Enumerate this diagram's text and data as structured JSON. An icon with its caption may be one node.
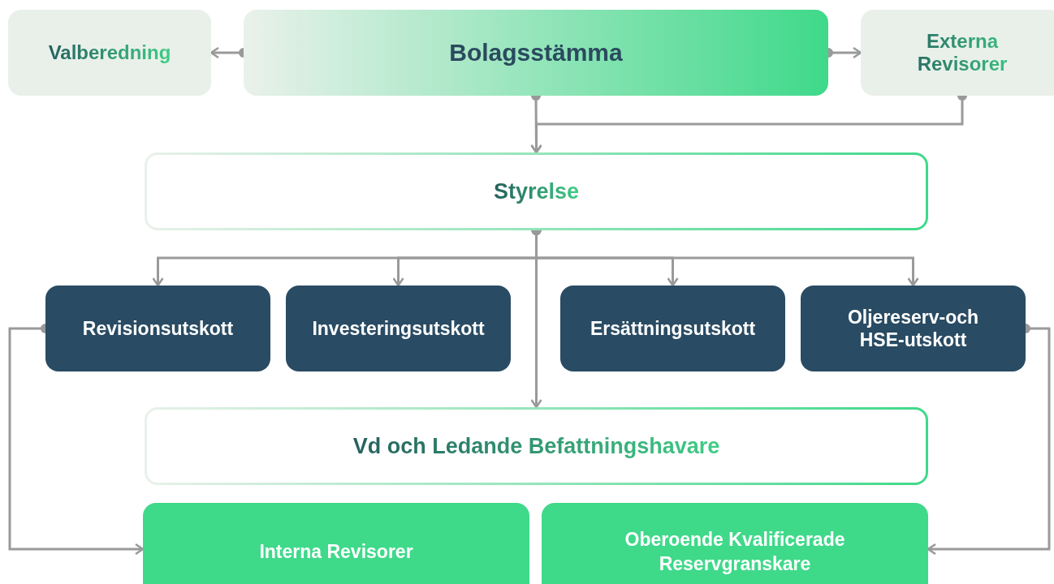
{
  "diagram": {
    "nodes": [
      {
        "text": [
          "Valberedning"
        ]
      },
      {
        "text": [
          "Bolagsstämma"
        ]
      },
      {
        "text": [
          "Externa Revisorer"
        ]
      },
      {
        "text": [
          "Styrelse"
        ]
      },
      {
        "text": [
          "Revisionsutskott"
        ]
      },
      {
        "text": [
          "Investeringsutskott"
        ]
      },
      {
        "text": [
          "Ersättningsutskott"
        ]
      },
      {
        "text": [
          "Oljereserv-och HSE-utskott"
        ]
      },
      {
        "text": [
          "Vd och Ledande Befattningshavare"
        ]
      },
      {
        "text": [
          "Interna Revisorer"
        ]
      },
      {
        "text": [
          "Oberoende Kvalificerade Reservgranskare"
        ]
      }
    ],
    "edges": [
      {
        "from": 1,
        "to": 0,
        "arrow": "to"
      },
      {
        "from": 1,
        "to": 2,
        "arrow": "to"
      },
      {
        "from": 1,
        "to": 3,
        "arrow": "to"
      },
      {
        "from": 2,
        "to": 3,
        "arrow": "to"
      },
      {
        "from": 3,
        "to": 4,
        "arrow": "to"
      },
      {
        "from": 3,
        "to": 5,
        "arrow": "to"
      },
      {
        "from": 3,
        "to": 6,
        "arrow": "to"
      },
      {
        "from": 3,
        "to": 7,
        "arrow": "to"
      },
      {
        "from": 3,
        "to": 8,
        "arrow": "to"
      },
      {
        "from": 4,
        "to": 9,
        "arrow": "to"
      },
      {
        "from": 7,
        "to": 10,
        "arrow": "to"
      }
    ]
  }
}
